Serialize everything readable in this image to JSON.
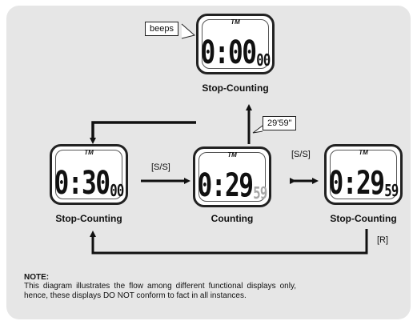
{
  "top_display": {
    "tm": "TM",
    "main": "0:00",
    "sub": "00",
    "label": "Stop-Counting",
    "callout": "beeps"
  },
  "left_display": {
    "tm": "TM",
    "main": "0:30",
    "sub": "00",
    "label": "Stop-Counting"
  },
  "center_display": {
    "tm": "TM",
    "main": "0:29",
    "sub": "59",
    "label": "Counting"
  },
  "right_display": {
    "tm": "TM",
    "main": "0:29",
    "sub": "59",
    "label": "Stop-Counting"
  },
  "transitions": {
    "left_to_center": "[S/S]",
    "center_right": "[S/S]",
    "center_to_top": "29'59\"",
    "right_to_left": "[R]"
  },
  "note": {
    "title": "NOTE:",
    "text": "This diagram illustrates the flow among different functional displays only, hence, these displays DO NOT conform to fact in all instances."
  }
}
